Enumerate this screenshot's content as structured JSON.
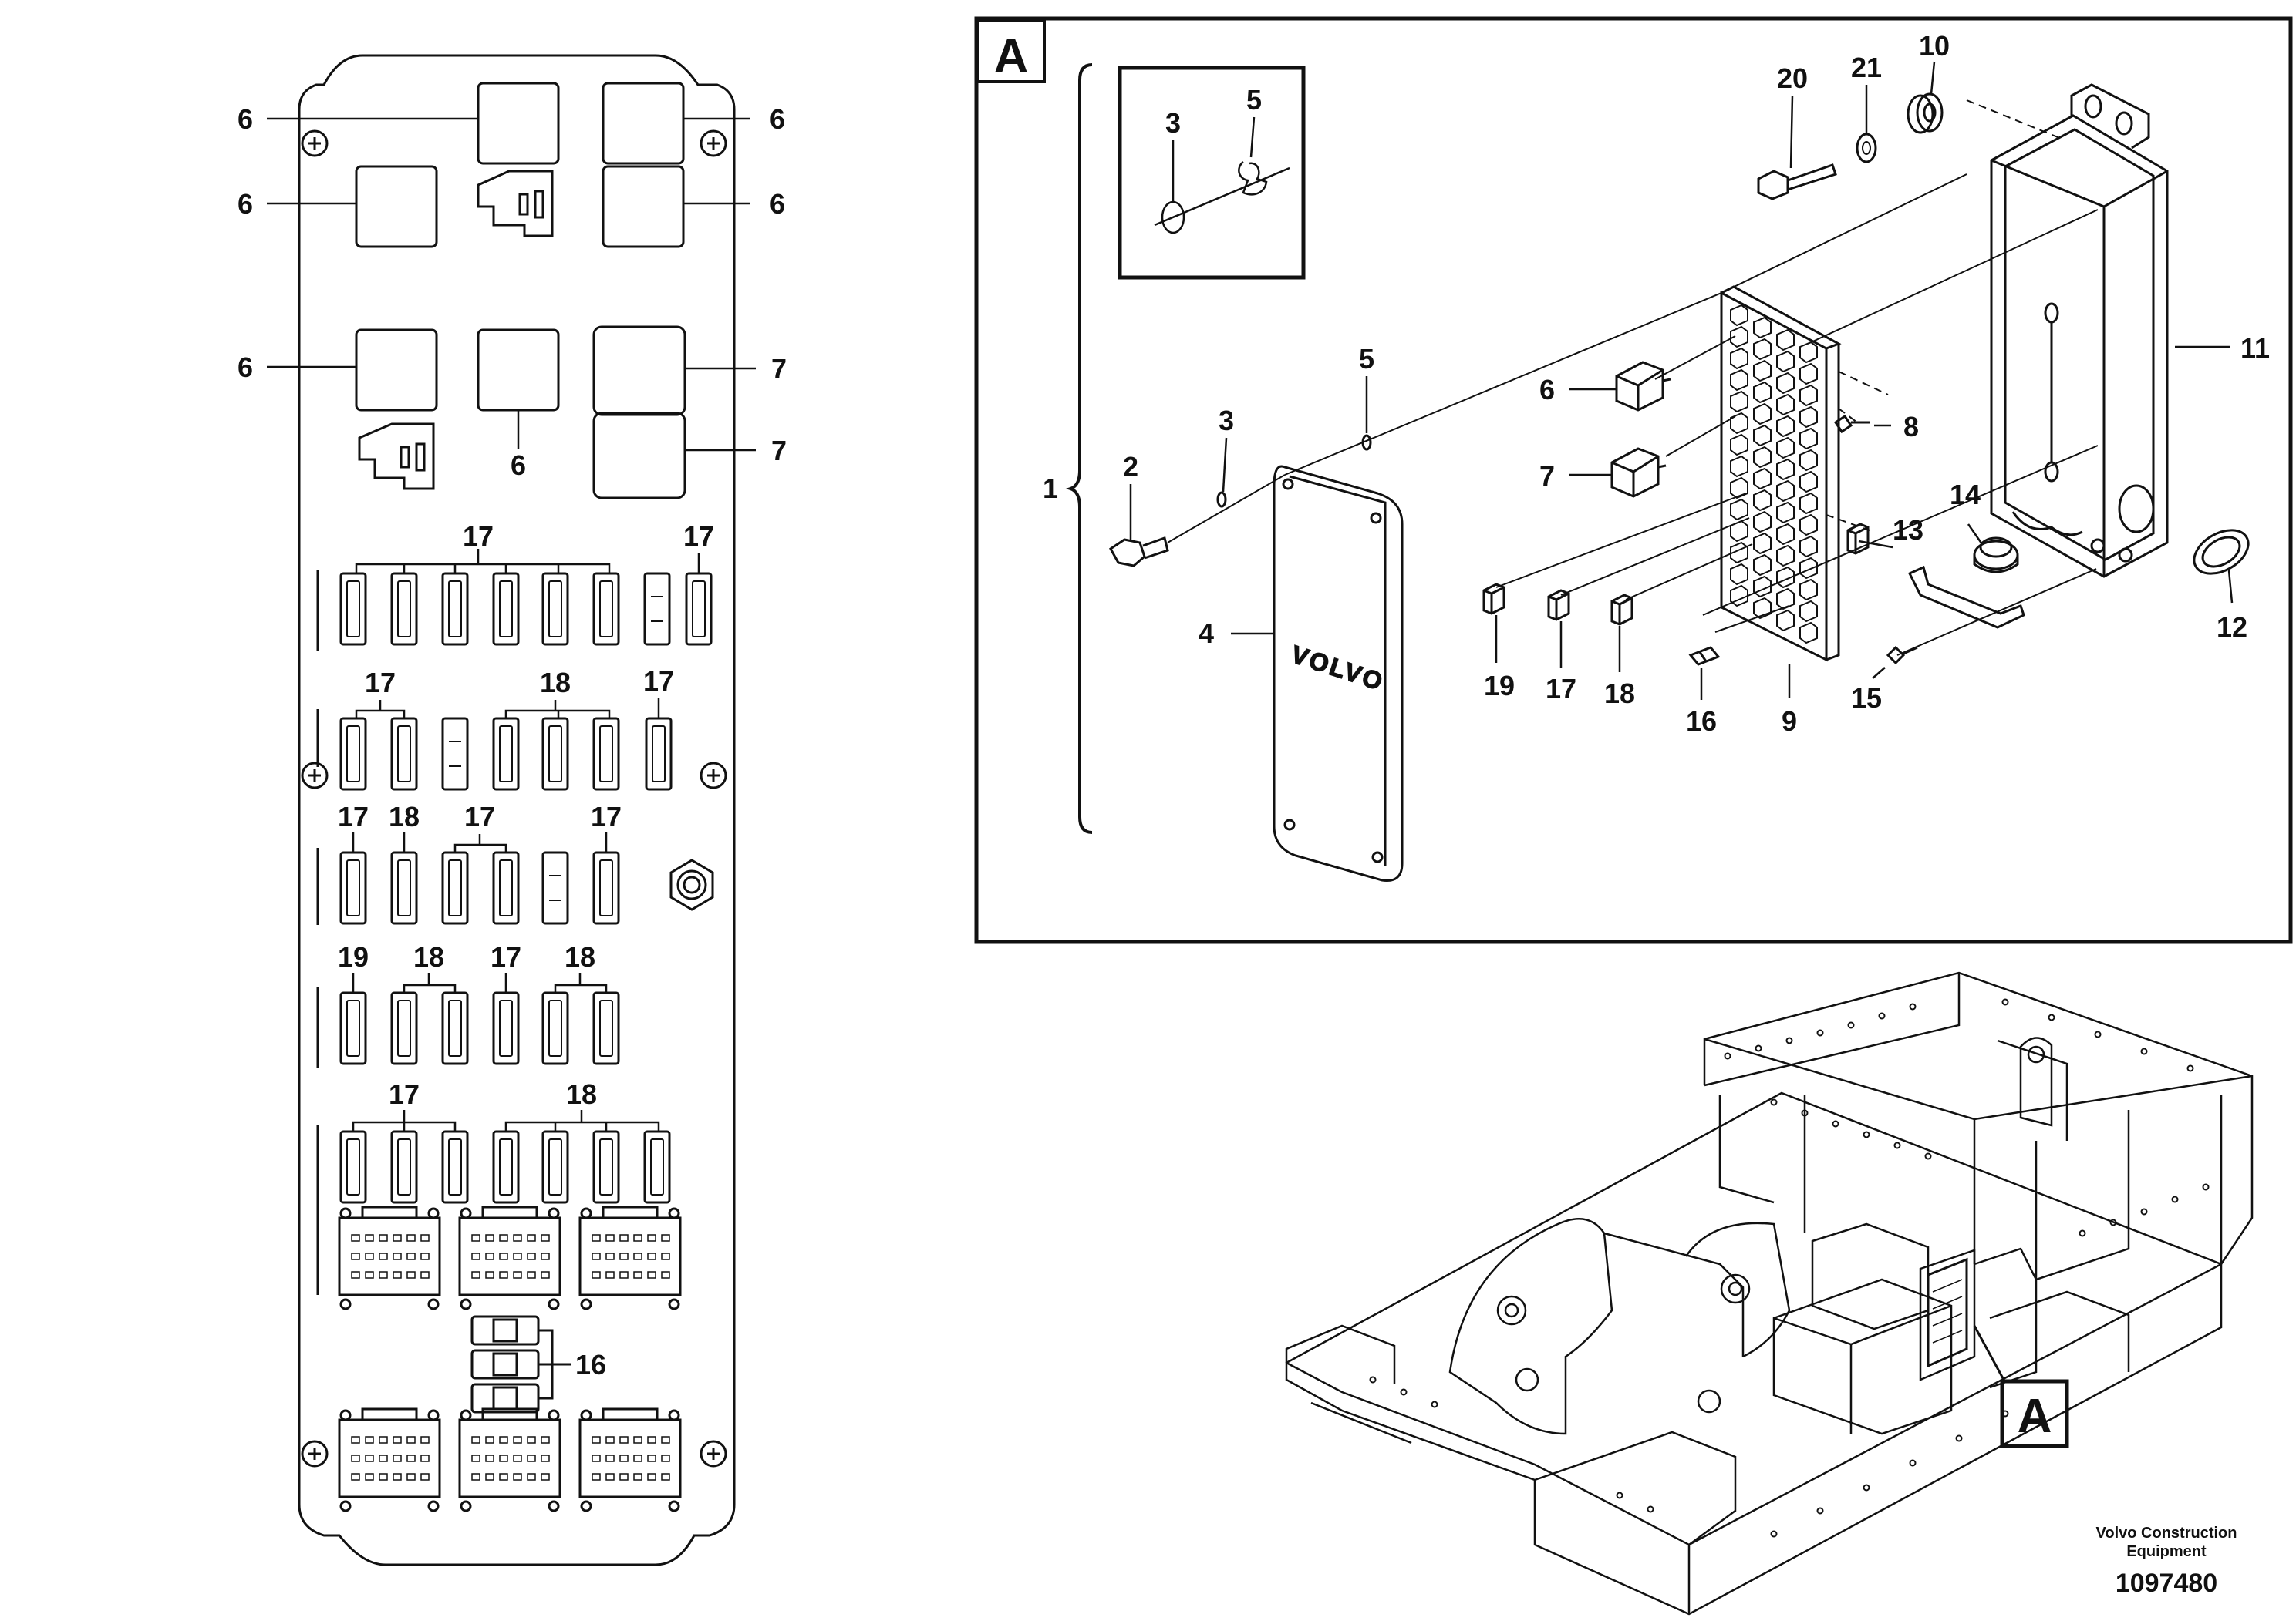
{
  "diagram": {
    "detail_view_letter": "A",
    "callout_letter": "A",
    "left_panel_labels": {
      "relay_top_left": "6",
      "relay_top_right": "6",
      "relay_mid_left": "6",
      "relay_mid_right": "6",
      "relay_low_left": "6",
      "relay_low_bottom": "6",
      "relay_big_1": "7",
      "relay_big_2": "7",
      "fuse_row1_group": "17",
      "fuse_row1_single": "17",
      "fuse_row2_a": "17",
      "fuse_row2_b": "18",
      "fuse_row2_c": "17",
      "fuse_row3_a": "17",
      "fuse_row3_b": "18",
      "fuse_row3_c": "17",
      "fuse_row3_d": "17",
      "fuse_row4_a": "19",
      "fuse_row4_b": "18",
      "fuse_row4_c": "17",
      "fuse_row4_d": "18",
      "fuse_row5_a": "17",
      "fuse_row5_b": "18",
      "diode_group": "16"
    },
    "exploded_labels": {
      "kit": "1",
      "bolt": "2",
      "washer_left": "3",
      "cover": "4",
      "nut_top": "5",
      "inset_3": "3",
      "inset_5": "5",
      "relay_6": "6",
      "relay_7": "7",
      "screw_8": "8",
      "board_9": "9",
      "grommet_10": "10",
      "housing_11": "11",
      "grommet_12": "12",
      "clip_13": "13",
      "plug_14": "14",
      "screw_15": "15",
      "diode_16": "16",
      "fuse_17": "17",
      "fuse_18": "18",
      "fuse_19": "19",
      "bolt_20": "20",
      "washer_21": "21"
    },
    "cover_logo": "VOLVO"
  },
  "footer": {
    "brand_line1": "Volvo Construction",
    "brand_line2": "Equipment",
    "drawing_number": "1097480"
  }
}
